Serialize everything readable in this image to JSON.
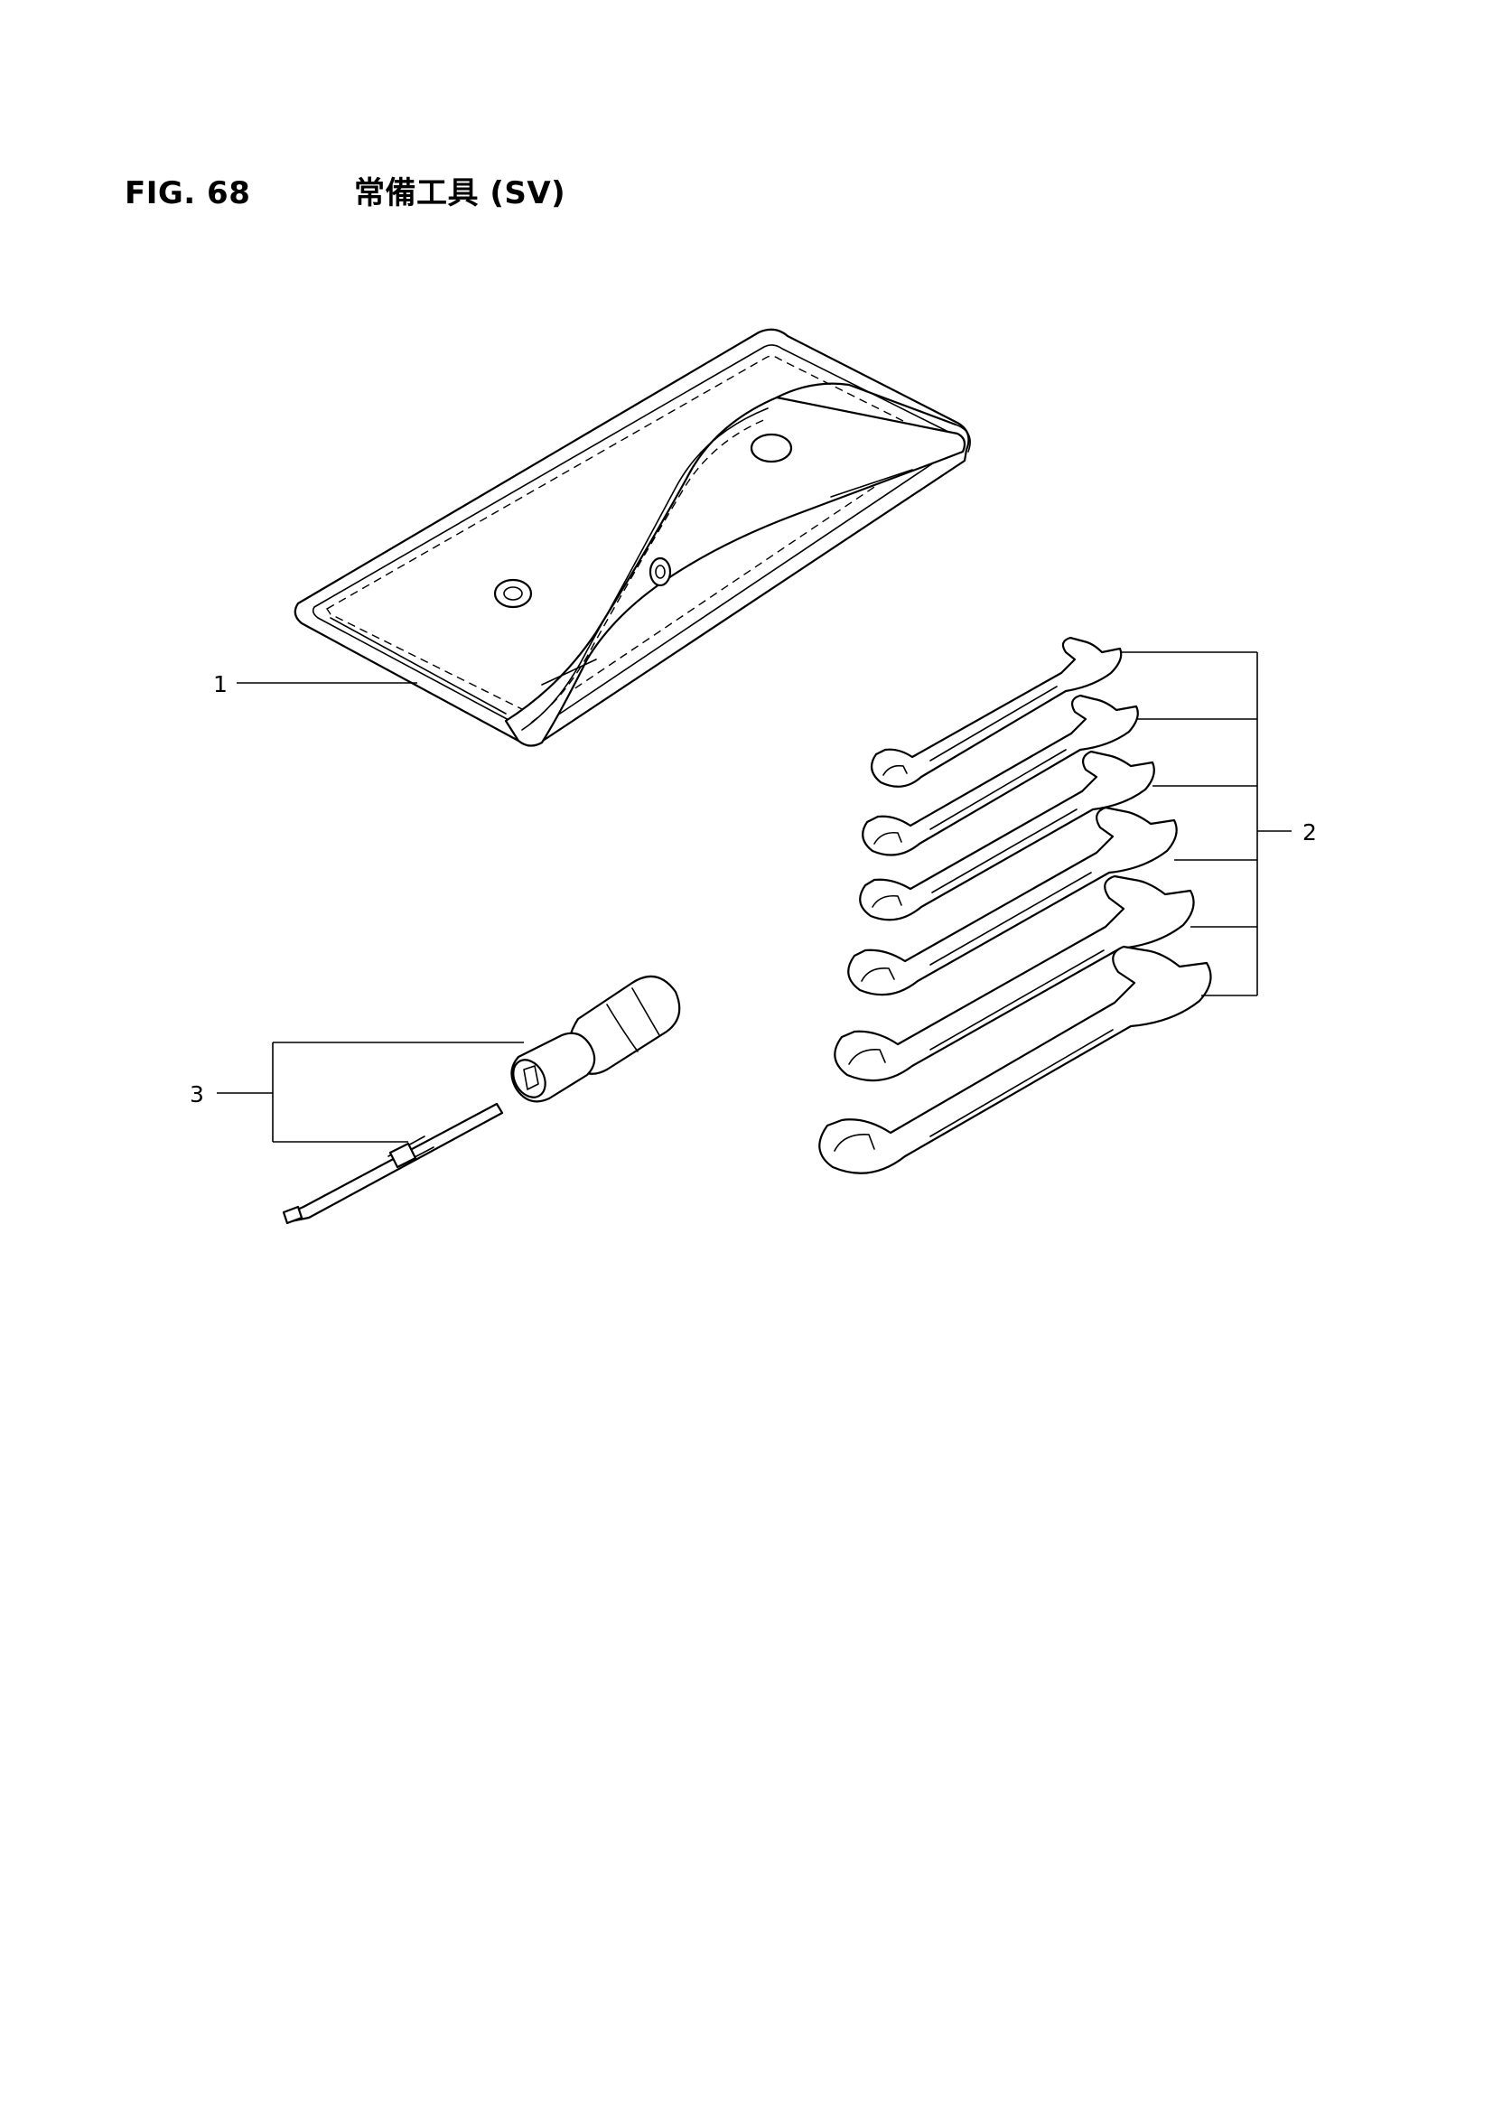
{
  "header": {
    "figure_number": "FIG. 68",
    "figure_title": "常備工具 (SV)"
  },
  "callouts": [
    {
      "number": "1",
      "part": "tool-bag"
    },
    {
      "number": "2",
      "part": "wrench-set"
    },
    {
      "number": "3",
      "part": "screwdriver"
    }
  ]
}
